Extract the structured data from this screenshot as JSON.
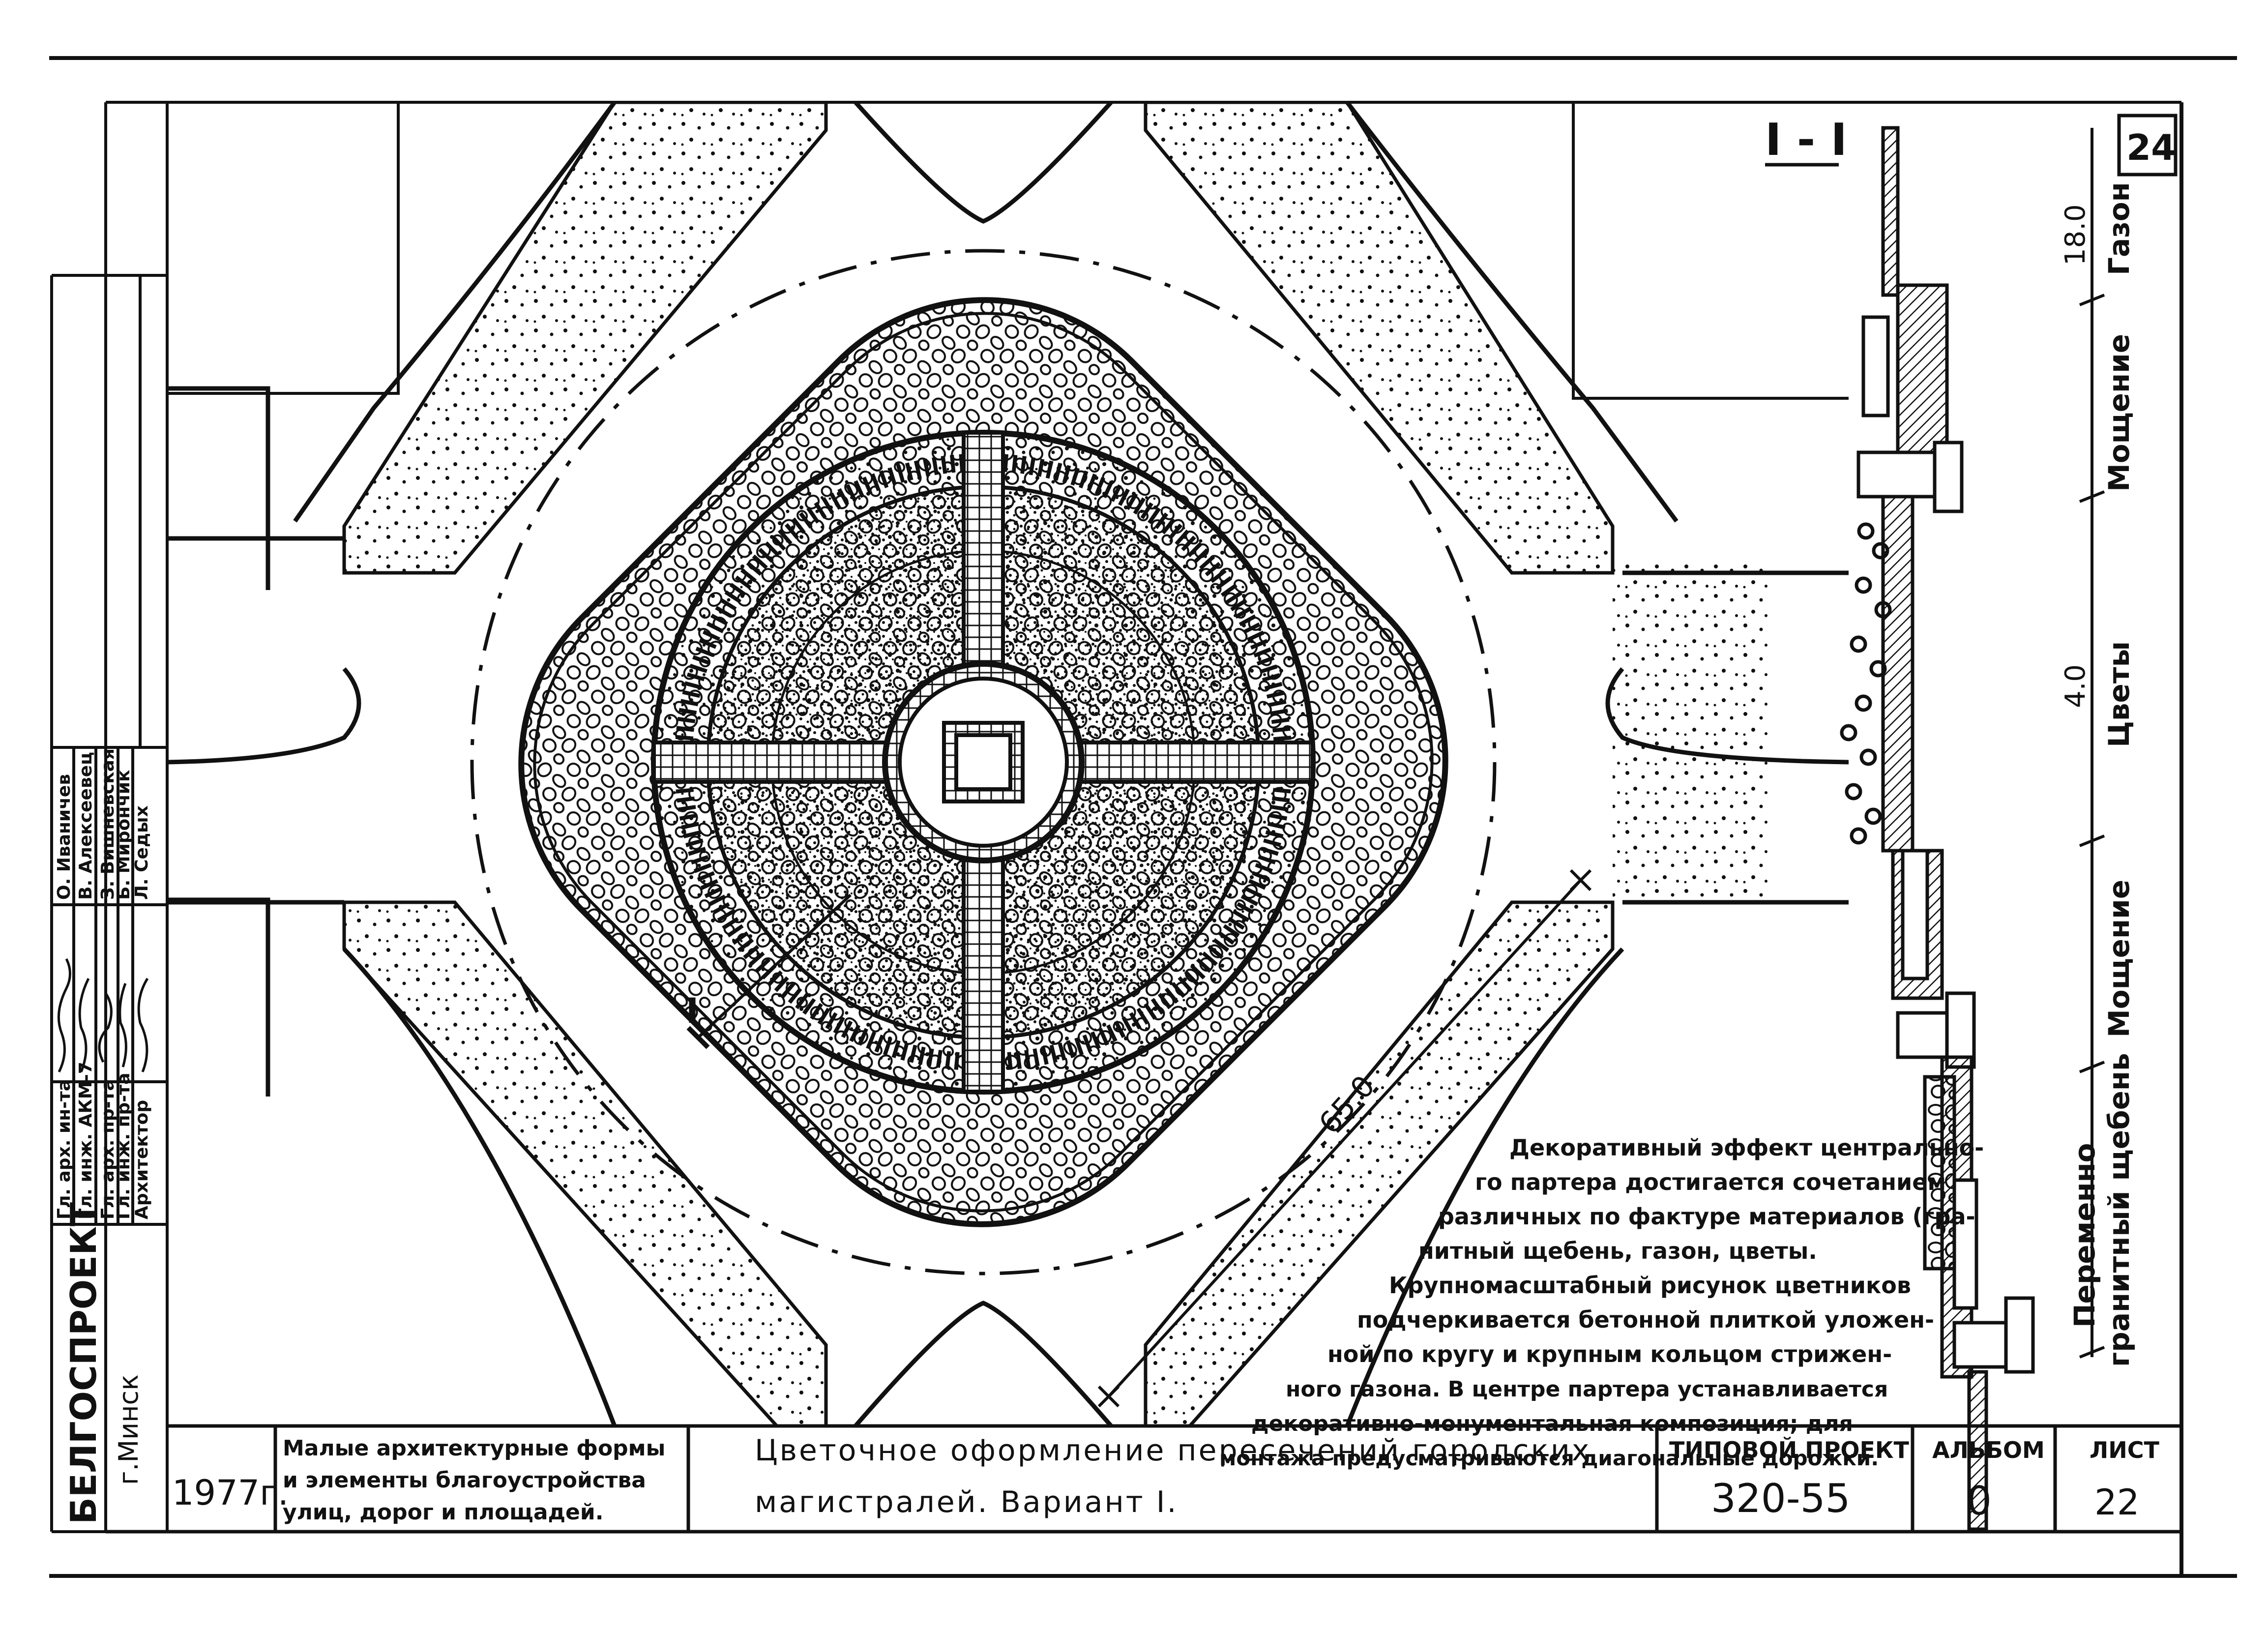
{
  "sheet_number": "24",
  "section_label": "I - I",
  "section_cut_mark": "I",
  "dimension_plan": "65.0",
  "section_dims": [
    "18.0",
    "4.0"
  ],
  "section_labels": [
    "Газон",
    "Мощение",
    "Цветы",
    "Мощение",
    "Переменно",
    "гранитный щебень"
  ],
  "description_lines": [
    "Декоративный эффект центрально-",
    "го партера достигается сочетанием",
    "различных по фактуре материалов (гра-",
    "нитный щебень, газон, цветы.",
    "Крупномасштабный рисунок цветников",
    "подчеркивается бетонной плиткой уложен-",
    "ной по кругу и крупным кольцом стрижен-",
    "ного газона. В центре партера устанавливается",
    "декоративно-монументальная композиция; для",
    "монтажа предусматриваются диагональные дорожки."
  ],
  "stamp": {
    "org": "БЕЛГОСПРОЕКТ",
    "city": "г.Минск",
    "roles": [
      "Гл. арх. ин-та",
      "Гл. инж. АКМ-7",
      "Гл. арх. пр-та",
      "Гл. инж. пр-та",
      "Архитектор"
    ],
    "names": [
      "О. Иваничев",
      "В. Алексеевец",
      "З. Вишневская",
      "Б. Мирончик",
      "Л. Седых"
    ]
  },
  "title_block": {
    "year": "1977г.",
    "album_title": [
      "Малые архитектурные формы",
      "и элементы благоустройства",
      "улиц, дорог и площадей."
    ],
    "drawing_title": [
      "Цветочное оформление пересечений городских",
      "магистралей.   Вариант I."
    ],
    "project_label": "ТИПОВОЙ ПРОЕКТ",
    "project_number": "320-55",
    "album_label": "АЛЬБОМ",
    "album_value": "0",
    "sheet_label": "ЛИСТ",
    "sheet_value": "22"
  }
}
